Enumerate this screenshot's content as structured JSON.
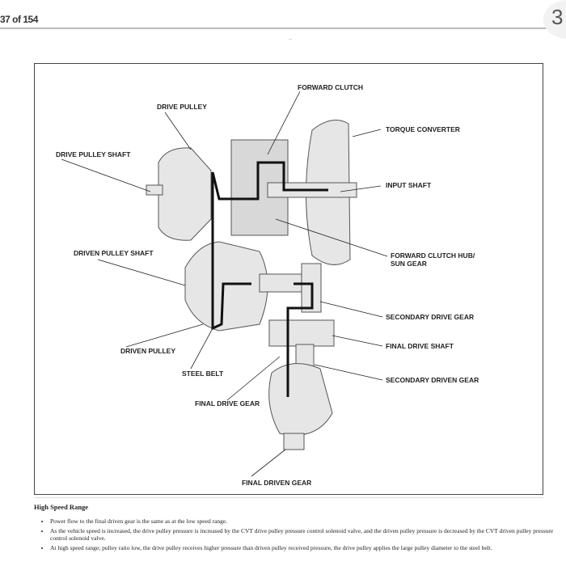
{
  "header": {
    "page_indicator": "37 of 154",
    "dots": "..",
    "side_button": "3"
  },
  "diagram": {
    "labels": {
      "forward_clutch": "FORWARD CLUTCH",
      "drive_pulley": "DRIVE PULLEY",
      "torque_converter": "TORQUE CONVERTER",
      "drive_pulley_shaft": "DRIVE PULLEY SHAFT",
      "input_shaft": "INPUT SHAFT",
      "driven_pulley_shaft": "DRIVEN PULLEY SHAFT",
      "forward_clutch_hub_1": "FORWARD CLUTCH HUB/",
      "forward_clutch_hub_2": "SUN GEAR",
      "secondary_drive_gear": "SECONDARY DRIVE GEAR",
      "final_drive_shaft": "FINAL DRIVE SHAFT",
      "driven_pulley": "DRIVEN PULLEY",
      "secondary_driven_gear": "SECONDARY DRIVEN GEAR",
      "steel_belt": "STEEL BELT",
      "final_drive_gear": "FINAL DRIVE GEAR",
      "final_driven_gear": "FINAL DRIVEN GEAR"
    }
  },
  "section": {
    "title": "High Speed Range",
    "bullets": [
      "Power flow to the final driven gear is the same as at the low speed range.",
      "As the vehicle speed is increased, the drive pulley pressure is increased by the CVT drive pulley pressure control solenoid valve, and the driven pulley pressure is decreased by the CVT driven pulley pressure control solenoid valve.",
      "At high speed range; pulley ratio low, the drive pulley receives higher pressure than driven pulley received pressure, the drive pulley applies the large pulley diameter to the steel belt."
    ]
  }
}
